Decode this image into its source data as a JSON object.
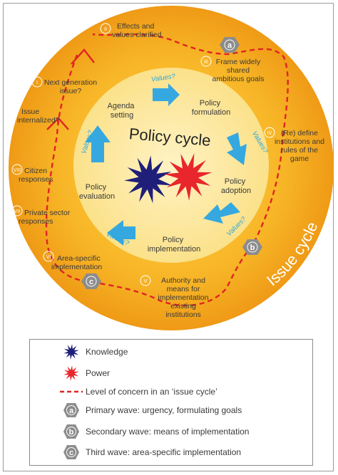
{
  "diagram": {
    "center_title": "Policy cycle",
    "issue_cycle_title": "Issue cycle",
    "values_label": "Values?",
    "inner_stages": [
      {
        "id": "agenda",
        "lines": [
          "Agenda",
          "setting"
        ]
      },
      {
        "id": "formulation",
        "lines": [
          "Policy",
          "formulation"
        ]
      },
      {
        "id": "adoption",
        "lines": [
          "Policy",
          "adoption"
        ]
      },
      {
        "id": "implementation",
        "lines": [
          "Policy",
          "implementation"
        ]
      },
      {
        "id": "evaluation",
        "lines": [
          "Policy",
          "evaluation"
        ]
      }
    ],
    "outer_stages": [
      {
        "id": "i",
        "roman": "I",
        "lines": [
          "Next generation",
          "issue?"
        ]
      },
      {
        "id": "ii",
        "roman": "II",
        "lines": [
          "Effects and",
          "values clarified"
        ]
      },
      {
        "id": "iii",
        "roman": "III",
        "lines": [
          "Frame widely",
          "shared",
          "ambitious goals"
        ]
      },
      {
        "id": "iv",
        "roman": "IV",
        "lines": [
          "(Re) define",
          "institutions and",
          "rules of the",
          "game"
        ]
      },
      {
        "id": "v",
        "roman": "V",
        "lines": [
          "Authority and",
          "means for",
          "implementation",
          "existing",
          "institutions"
        ]
      },
      {
        "id": "vi",
        "roman": "VI",
        "lines": [
          "Area-specific",
          "implementation"
        ]
      },
      {
        "id": "vii",
        "roman": "VII",
        "lines": [
          "Private sector",
          "responses"
        ]
      },
      {
        "id": "viii",
        "roman": "VIII",
        "lines": [
          "Citizen",
          "responses"
        ]
      },
      {
        "id": "internalized",
        "lines": [
          "Issue",
          "internalized?"
        ]
      }
    ],
    "badges": {
      "a": "a",
      "b": "b",
      "c": "c"
    },
    "colors": {
      "outer_disc": "#f4a81c",
      "inner_disc": "#fce79a",
      "arrow": "#35a8e0",
      "knowledge_star": "#1f1f7a",
      "power_star": "#e8262c",
      "concern_line": "#e02424",
      "badge": "#8c8c8c"
    }
  },
  "legend": {
    "items": [
      {
        "icon": "knowledge-star-icon",
        "label": "Knowledge"
      },
      {
        "icon": "power-star-icon",
        "label": "Power"
      },
      {
        "icon": "dashed-line-icon",
        "label": "Level of concern in an ‘issue cycle’"
      },
      {
        "icon": "badge-a-icon",
        "badge": "a",
        "label": "Primary wave: urgency, formulating goals"
      },
      {
        "icon": "badge-b-icon",
        "badge": "b",
        "label": "Secondary wave: means of implementation"
      },
      {
        "icon": "badge-c-icon",
        "badge": "c",
        "label": "Third wave: area-specific implementation"
      }
    ]
  }
}
